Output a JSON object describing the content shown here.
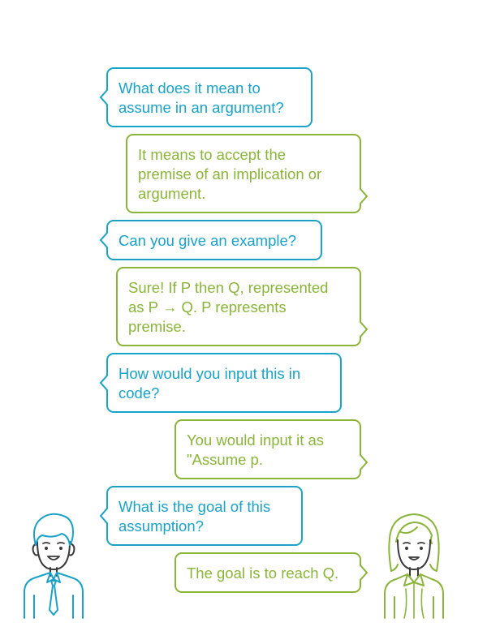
{
  "colors": {
    "asker": "#1aa2c8",
    "answerer": "#8ab43a",
    "avatar_line": "#3a3a3a",
    "background": "#ffffff"
  },
  "conversation": [
    {
      "speaker": "asker",
      "text": "What does it mean to\nassume in an argument?"
    },
    {
      "speaker": "answerer",
      "text": "It means to accept the\npremise of an implication or\nargument."
    },
    {
      "speaker": "asker",
      "text": "Can you give an example?"
    },
    {
      "speaker": "answerer",
      "text": "Sure! If P then Q, represented\nas P → Q. P represents\npremise."
    },
    {
      "speaker": "asker",
      "text": "How would you input this in\ncode?"
    },
    {
      "speaker": "answerer",
      "text": "You would input it as\n\"Assume p."
    },
    {
      "speaker": "asker",
      "text": "What is the goal of this\nassumption?"
    },
    {
      "speaker": "answerer",
      "text": "The goal is to reach Q."
    }
  ],
  "avatars": {
    "left": {
      "icon": "man-avatar-icon"
    },
    "right": {
      "icon": "woman-avatar-icon"
    }
  }
}
